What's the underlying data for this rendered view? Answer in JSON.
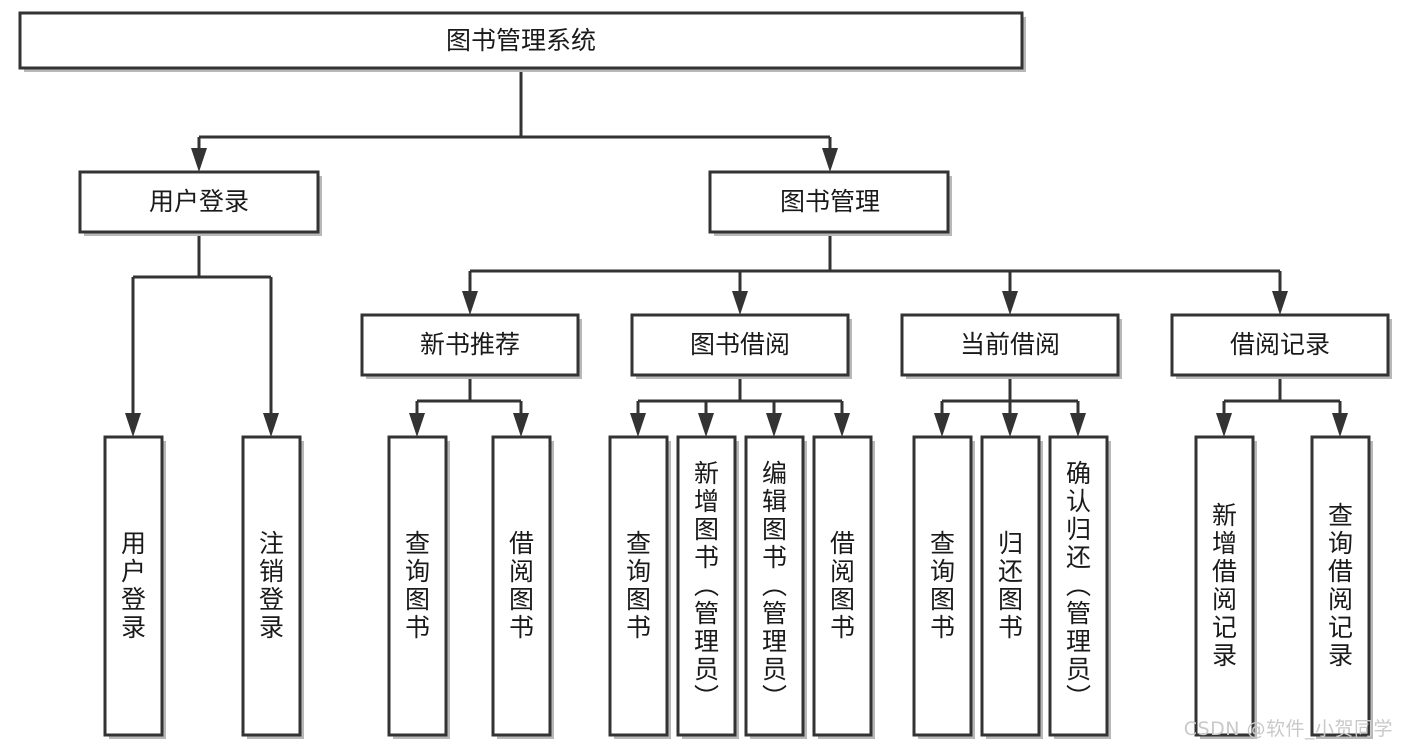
{
  "diagram": {
    "title": "图书管理系统",
    "type": "hierarchy-tree",
    "style": {
      "box_fill": "#ffffff",
      "box_stroke": "#333333",
      "text_color": "#1a1a1a",
      "background": "#ffffff",
      "watermark_color": "#c9c9c9"
    },
    "root": {
      "id": "root",
      "label": "图书管理系统",
      "orientation": "horizontal"
    },
    "level1": [
      {
        "id": "user-login",
        "label": "用户登录",
        "orientation": "horizontal"
      },
      {
        "id": "book-management",
        "label": "图书管理",
        "orientation": "horizontal"
      }
    ],
    "level2": [
      {
        "id": "new-book-recommend",
        "label": "新书推荐",
        "orientation": "horizontal",
        "parent": "book-management"
      },
      {
        "id": "book-borrow",
        "label": "图书借阅",
        "orientation": "horizontal",
        "parent": "book-management"
      },
      {
        "id": "current-borrow",
        "label": "当前借阅",
        "orientation": "horizontal",
        "parent": "book-management"
      },
      {
        "id": "borrow-record",
        "label": "借阅记录",
        "orientation": "horizontal",
        "parent": "book-management"
      }
    ],
    "leaves": [
      {
        "id": "leaf-user-login",
        "parent": "user-login",
        "label": "用户登录",
        "orientation": "vertical"
      },
      {
        "id": "leaf-user-logout",
        "parent": "user-login",
        "label": "注销登录",
        "orientation": "vertical"
      },
      {
        "id": "leaf-query-book-1",
        "parent": "new-book-recommend",
        "label": "查询图书",
        "orientation": "vertical"
      },
      {
        "id": "leaf-borrow-book-1",
        "parent": "new-book-recommend",
        "label": "借阅图书",
        "orientation": "vertical"
      },
      {
        "id": "leaf-query-book-2",
        "parent": "book-borrow",
        "label": "查询图书",
        "orientation": "vertical"
      },
      {
        "id": "leaf-add-book",
        "parent": "book-borrow",
        "label": "新增图书（管理员）",
        "orientation": "vertical"
      },
      {
        "id": "leaf-edit-book",
        "parent": "book-borrow",
        "label": "编辑图书（管理员）",
        "orientation": "vertical"
      },
      {
        "id": "leaf-borrow-book-2",
        "parent": "book-borrow",
        "label": "借阅图书",
        "orientation": "vertical"
      },
      {
        "id": "leaf-query-book-3",
        "parent": "current-borrow",
        "label": "查询图书",
        "orientation": "vertical"
      },
      {
        "id": "leaf-return-book",
        "parent": "current-borrow",
        "label": "归还图书",
        "orientation": "vertical"
      },
      {
        "id": "leaf-confirm-return",
        "parent": "current-borrow",
        "label": "确认归还（管理员）",
        "orientation": "vertical"
      },
      {
        "id": "leaf-add-record",
        "parent": "borrow-record",
        "label": "新增借阅记录",
        "orientation": "vertical"
      },
      {
        "id": "leaf-query-record",
        "parent": "borrow-record",
        "label": "查询借阅记录",
        "orientation": "vertical"
      }
    ],
    "watermark": "CSDN @软件_小贺同学"
  }
}
